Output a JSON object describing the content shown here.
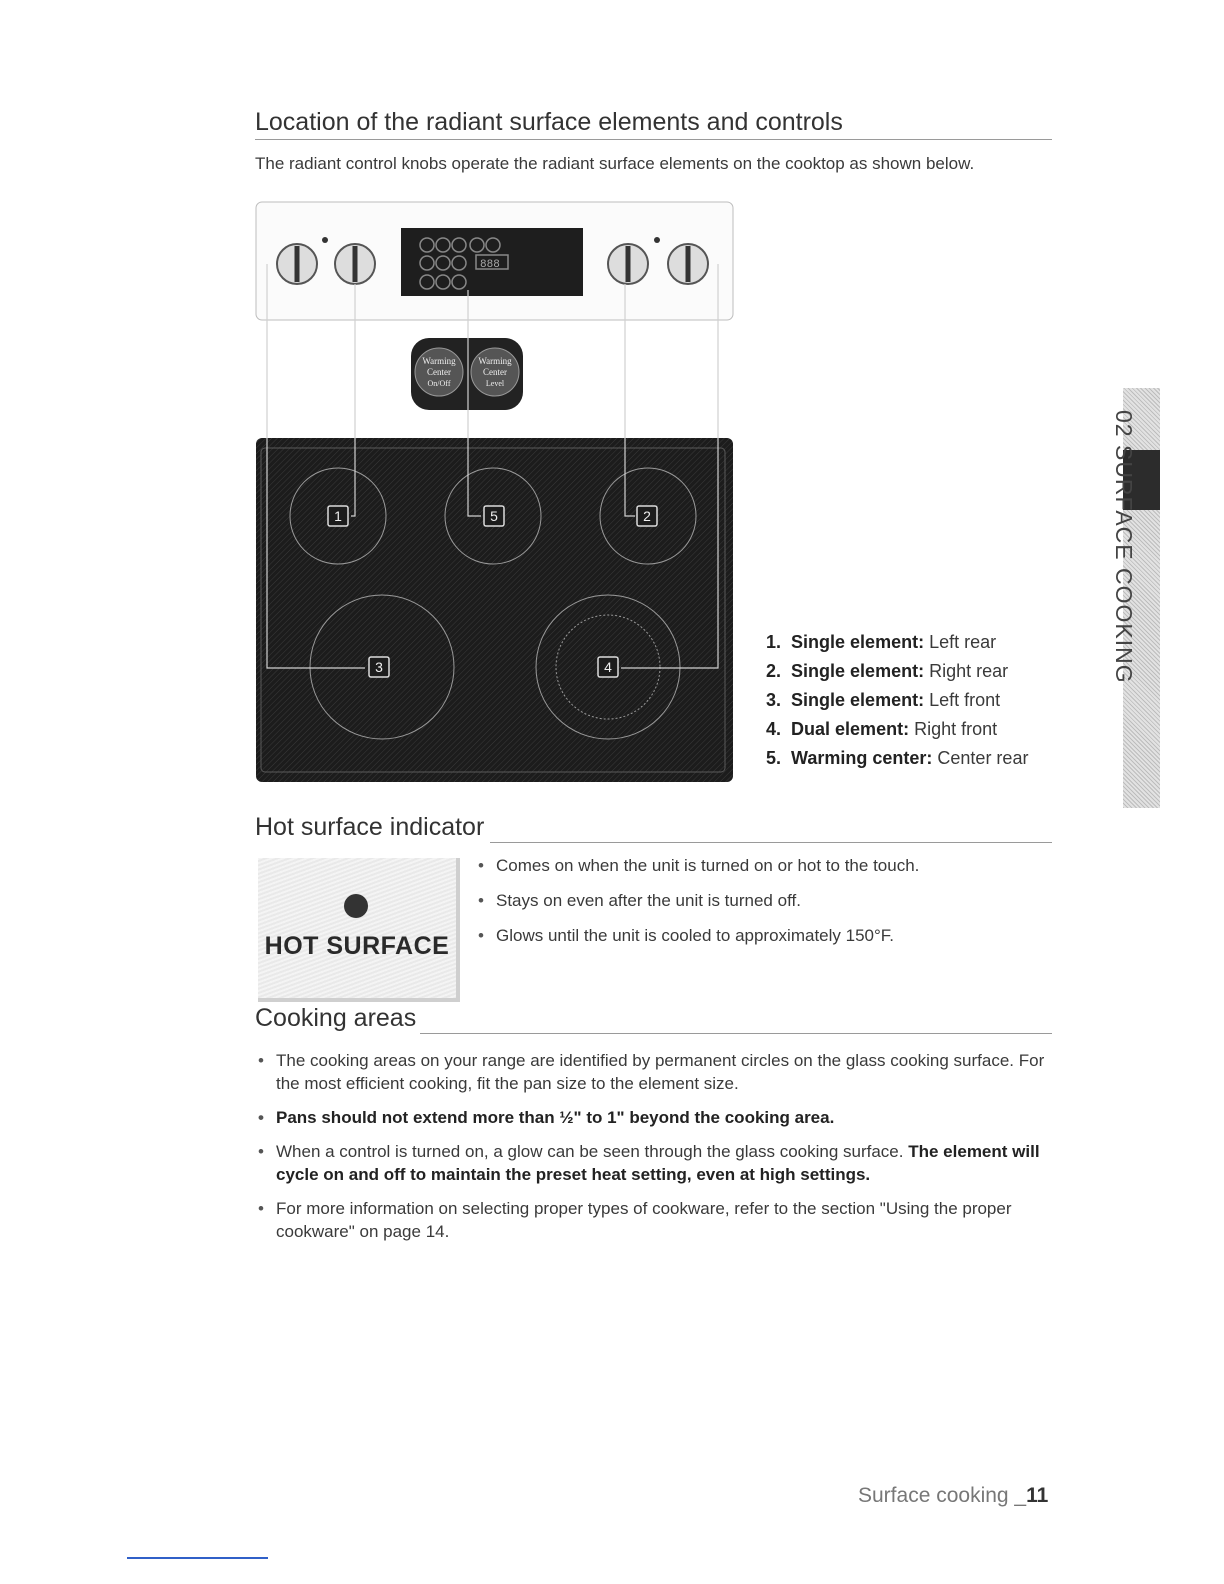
{
  "section1": {
    "title": "Location of the radiant surface elements and controls",
    "intro": "The radiant control knobs operate the radiant surface elements on the cooktop as shown below."
  },
  "diagram": {
    "warming_left": [
      "Warming",
      "Center",
      "On/Off"
    ],
    "warming_right": [
      "Warming",
      "Center",
      "Level"
    ],
    "display": "888",
    "callouts": [
      "1",
      "2",
      "3",
      "4",
      "5"
    ]
  },
  "elements_list": [
    {
      "num": "1.",
      "name": "Single element:",
      "pos": "Left rear"
    },
    {
      "num": "2.",
      "name": "Single element:",
      "pos": "Right rear"
    },
    {
      "num": "3.",
      "name": "Single element:",
      "pos": "Left front"
    },
    {
      "num": "4.",
      "name": "Dual element:",
      "pos": "Right front"
    },
    {
      "num": "5.",
      "name": "Warming center:",
      "pos": "Center rear"
    }
  ],
  "section2": {
    "title": "Hot surface indicator",
    "image_label": "HOT SURFACE",
    "bullets": [
      "Comes on when the unit is turned on or hot to the touch.",
      "Stays on even after the unit is turned off.",
      "Glows until the unit is cooled to approximately 150°F."
    ]
  },
  "section3": {
    "title": "Cooking areas",
    "b1": "The cooking areas on your range are identified by permanent circles on the glass cooking surface. For the most efficient cooking, fit the pan size to the element size.",
    "b2": "Pans should not extend more than ½\" to 1\" beyond the cooking area.",
    "b3_plain": "When a control is turned on, a glow can be seen through the glass cooking surface.",
    "b3_bold": "The element will cycle on and off to maintain the preset heat setting, even at high settings.",
    "b4": "For more information on selecting proper types of cookware, refer to the section \"Using the proper cookware\" on page 14."
  },
  "side_tab": "02 SURFACE COOKING",
  "footer": {
    "text": "Surface cooking _",
    "page": "11"
  }
}
